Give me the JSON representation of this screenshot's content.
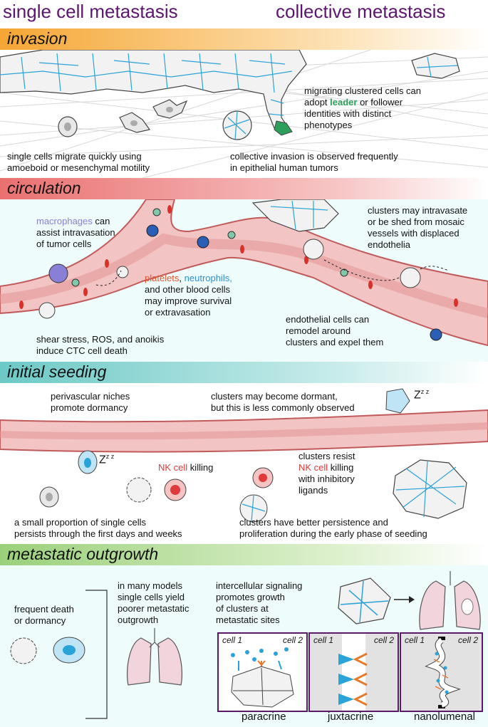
{
  "titles": {
    "left": "single cell metastasis",
    "right": "collective metastasis"
  },
  "sections": {
    "invasion": {
      "label": "invasion",
      "text_leader_1": "migrating clustered cells can",
      "text_leader_2a": "adopt ",
      "text_leader_word": "leader",
      "text_leader_2b": " or follower",
      "text_leader_3": "identities with distinct",
      "text_leader_4": "phenotypes",
      "text_single_1": "single cells migrate quickly using",
      "text_single_2": "amoeboid or mesenchymal motility",
      "text_collective_1": "collective invasion is observed frequently",
      "text_collective_2": "in epithelial human tumors"
    },
    "circulation": {
      "label": "circulation",
      "macro_word": "macrophages",
      "macro_1b": " can",
      "macro_2": "assist intravasation",
      "macro_3": "of tumor cells",
      "clusters_1": "clusters may intravasate",
      "clusters_2": "or be shed from mosaic",
      "clusters_3": "vessels with displaced",
      "clusters_4": "endothelia",
      "platelets_word": "platelets",
      "comma": ", ",
      "neutro_word": "neutrophils,",
      "blood_2": "and other blood cells",
      "blood_3": "may improve survival",
      "blood_4": "or extravasation",
      "shear_1": "shear stress, ROS, and anoikis",
      "shear_2": "induce CTC cell death",
      "endo_1": "endothelial cells can",
      "endo_2": "remodel around",
      "endo_3": "clusters and expel them"
    },
    "seeding": {
      "label": "initial seeding",
      "peri_1": "perivascular niches",
      "peri_2": "promote dormancy",
      "dormant_1": "clusters may become dormant,",
      "dormant_2": "but this is less commonly observed",
      "zzz": "Z",
      "nk_word": "NK cell",
      "nk_rest": " killing",
      "resist_1": "clusters resist",
      "resist_nk": "NK cell",
      "resist_kill": " killing",
      "resist_2": "with inhibitory",
      "resist_3": "ligands",
      "small_1": "a small proportion of single cells",
      "small_2": "persists through the first days and weeks",
      "persist_1": "clusters have better persistence and",
      "persist_2": "proliferation during the early phase of seeding"
    },
    "outgrowth": {
      "label": "metastatic outgrowth",
      "death_1": "frequent death",
      "death_2": "or dormancy",
      "models_1": "in many models",
      "models_2": "single cells yield",
      "models_3": "poorer metastatic",
      "models_4": "outgrowth",
      "signal_1": "intercellular signaling",
      "signal_2": "promotes growth",
      "signal_3": "of clusters at",
      "signal_4": "metastatic sites",
      "cell1": "cell 1",
      "cell2": "cell 2",
      "paracrine": "paracrine",
      "juxtacrine": "juxtacrine",
      "nanolumenal": "nanolumenal"
    }
  },
  "colors": {
    "title": "#5d166f",
    "leader": "#2e9e5b",
    "macrophage": "#8a7fd6",
    "platelet": "#e0562a",
    "neutrophil": "#2f8fd6",
    "nk": "#e03a3a",
    "cell_blue": "#2aa3d9",
    "vessel": "#e8a0a0",
    "box": "#5b1a66"
  }
}
